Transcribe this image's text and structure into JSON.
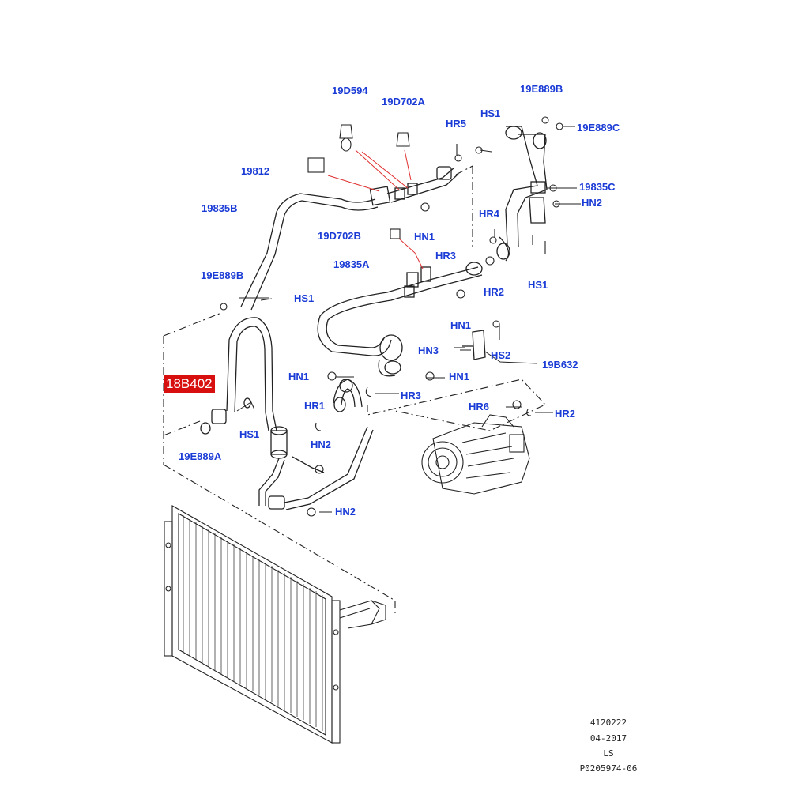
{
  "highlight_part": "18B402",
  "labels": {
    "l19D594": "19D594",
    "l19D702A": "19D702A",
    "l19E889B": "19E889B",
    "lHS1a": "HS1",
    "lHR5": "HR5",
    "l19E889C": "19E889C",
    "l19812": "19812",
    "l19835C": "19835C",
    "lHN2a": "HN2",
    "l19835B": "19835B",
    "lHR4": "HR4",
    "lHN1a": "HN1",
    "l19D702B": "19D702B",
    "lHR3a": "HR3",
    "lHS1b": "HS1",
    "l19835A": "19835A",
    "l19E889B2": "19E889B",
    "lHR2a": "HR2",
    "lHS1c": "HS1",
    "lHN1b": "HN1",
    "lHN3": "HN3",
    "lHS2": "HS2",
    "l19B632": "19B632",
    "lHN1c": "HN1",
    "lHN1d": "HN1",
    "lHR3b": "HR3",
    "lHR1": "HR1",
    "lHR6": "HR6",
    "lHR2b": "HR2",
    "lHS1d": "HS1",
    "l19E889A": "19E889A",
    "lHN2b": "HN2",
    "lHN2c": "HN2"
  },
  "footer": {
    "line1": "4120222",
    "line2": "04-2017",
    "line3": "LS",
    "line4": "P0205974-06"
  }
}
